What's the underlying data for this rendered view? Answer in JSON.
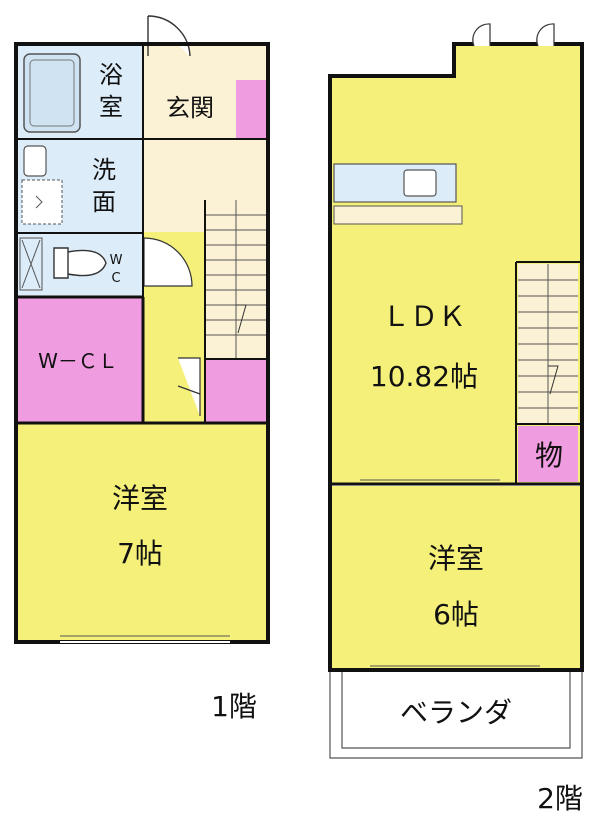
{
  "floor1": {
    "label": "1階",
    "rooms": {
      "bath": [
        "浴",
        "室"
      ],
      "entrance": "玄関",
      "washroom": [
        "洗",
        "面"
      ],
      "wc": [
        "W",
        "C"
      ],
      "wcl": "W－ＣＬ",
      "western": {
        "name": "洋室",
        "size": "7帖"
      }
    }
  },
  "floor2": {
    "label": "2階",
    "rooms": {
      "ldk": {
        "name": "ＬＤＫ",
        "size": "10.82帖"
      },
      "storage": "物",
      "western": {
        "name": "洋室",
        "size": "6帖"
      },
      "balcony": "ベランダ"
    }
  },
  "colors": {
    "living_room": "#f5f07a",
    "storage_pink": "#f09ce0",
    "wet_area": "#dcecf8",
    "entrance": "#fbf1d4",
    "wall": "#111111",
    "background": "#ffffff"
  }
}
